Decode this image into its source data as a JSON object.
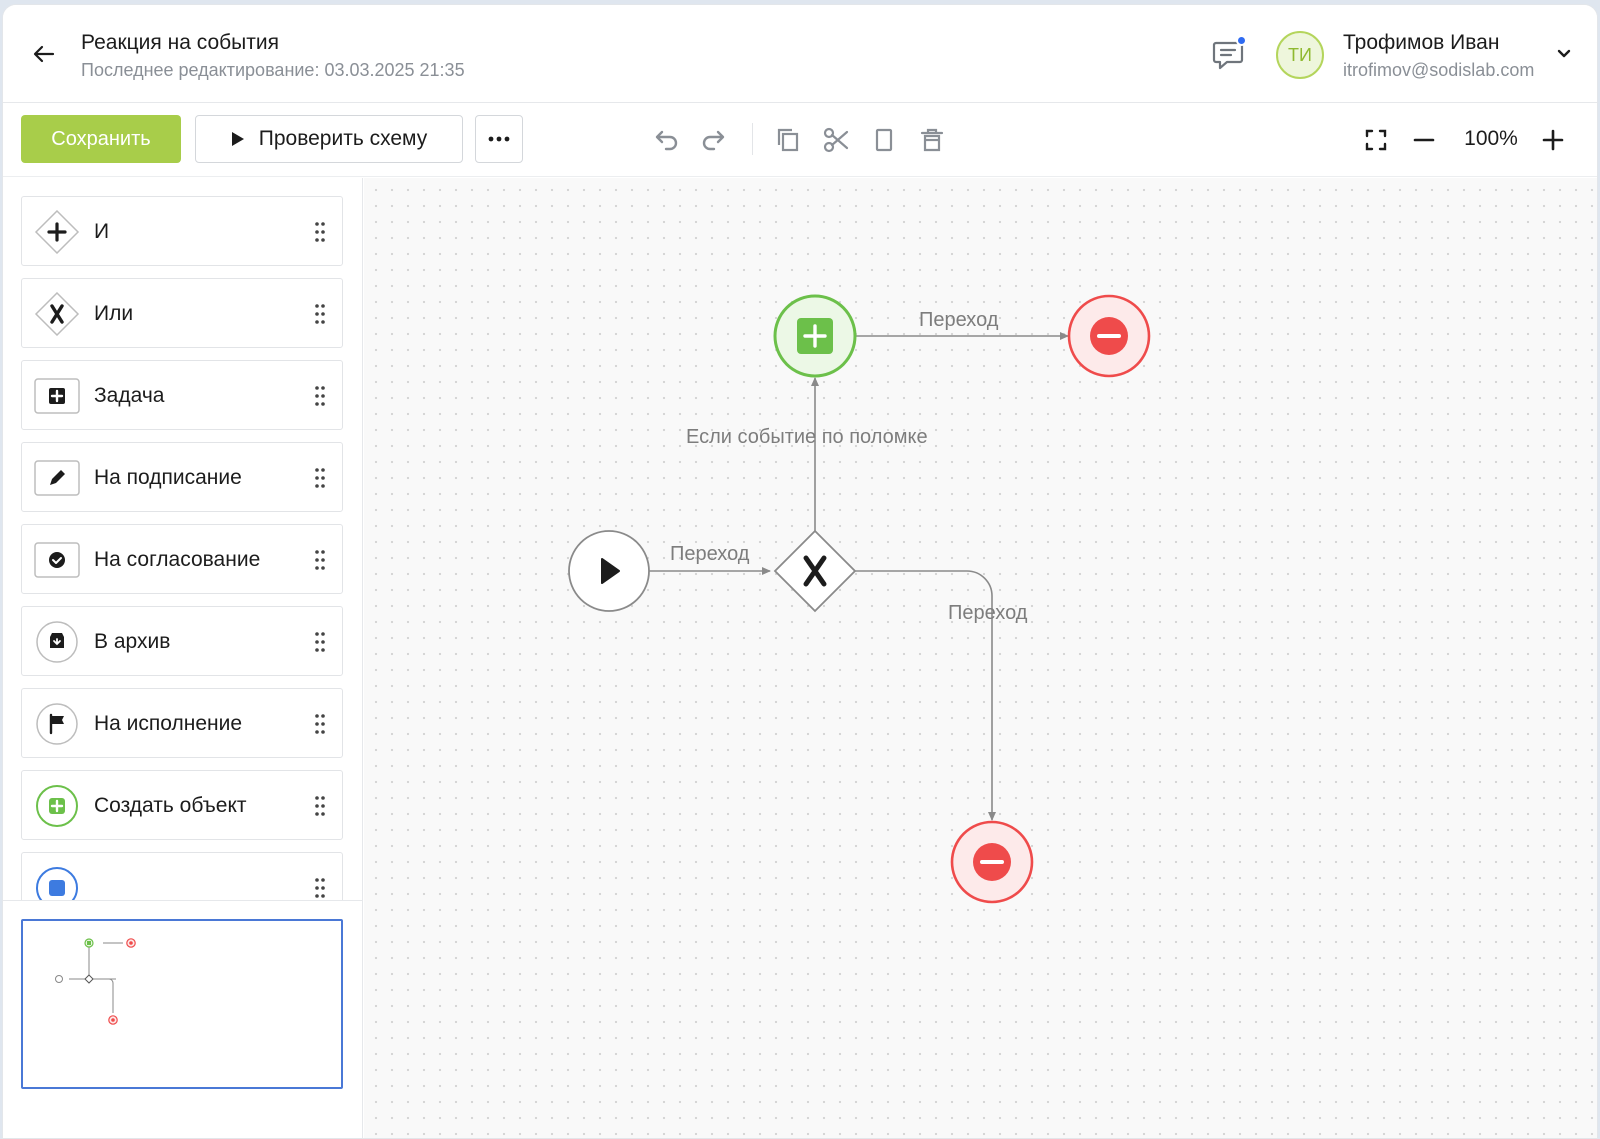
{
  "header": {
    "title": "Реакция на события",
    "subtitle": "Последнее редактирование: 03.03.2025 21:35",
    "user": {
      "initials": "ТИ",
      "name": "Трофимов Иван",
      "email": "itrofimov@sodislab.com"
    },
    "has_notification": true
  },
  "toolbar": {
    "save_label": "Сохранить",
    "check_label": "Проверить схему",
    "zoom": "100%"
  },
  "palette": {
    "items": [
      {
        "label": "И",
        "icon": "plus-diamond-icon"
      },
      {
        "label": "Или",
        "icon": "x-diamond-icon"
      },
      {
        "label": "Задача",
        "icon": "task-plus-icon"
      },
      {
        "label": "На подписание",
        "icon": "pencil-icon"
      },
      {
        "label": "На согласование",
        "icon": "check-circle-icon"
      },
      {
        "label": "В архив",
        "icon": "archive-icon"
      },
      {
        "label": "На исполнение",
        "icon": "flag-icon"
      },
      {
        "label": "Создать объект",
        "icon": "create-object-icon"
      },
      {
        "label": "",
        "icon": "blue-circle-icon"
      }
    ]
  },
  "diagram": {
    "edge_labels": {
      "top_transition": "Переход",
      "condition": "Если событие по поломке",
      "start_transition": "Переход",
      "right_transition": "Переход"
    }
  },
  "colors": {
    "accent_green": "#a8cd4a",
    "node_green": "#6cc04a",
    "node_red": "#ef4b4b",
    "minimap_border": "#4a78d6",
    "notification_blue": "#2f6bf2"
  }
}
